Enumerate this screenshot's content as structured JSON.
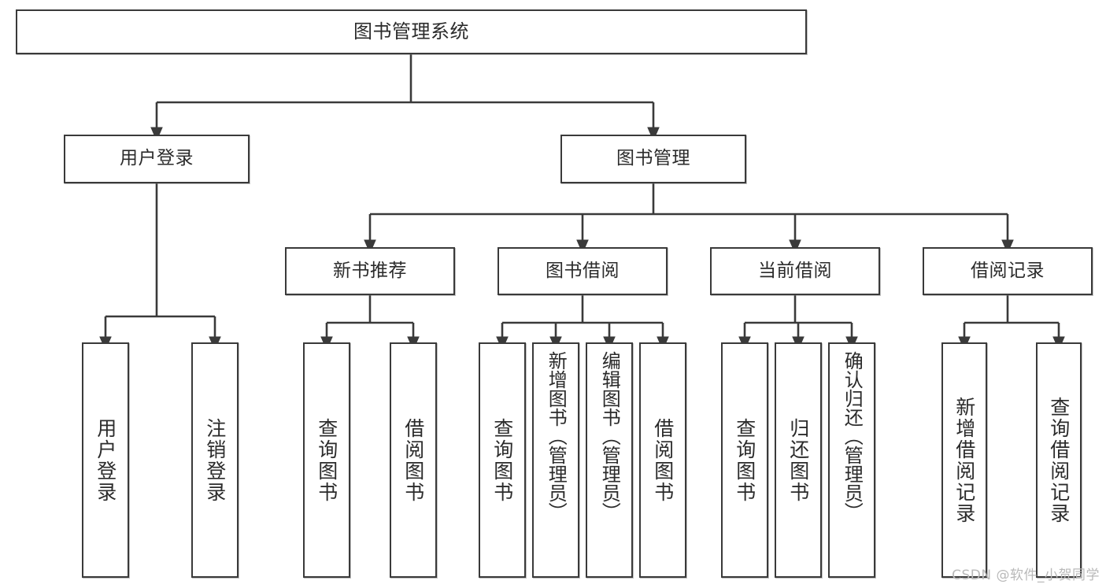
{
  "diagram": {
    "title": "图书管理系统",
    "type": "hierarchy-tree",
    "root": {
      "label": "图书管理系统"
    },
    "level2": [
      {
        "label": "用户登录"
      },
      {
        "label": "图书管理"
      }
    ],
    "level3": [
      {
        "label": "新书推荐"
      },
      {
        "label": "图书借阅"
      },
      {
        "label": "当前借阅"
      },
      {
        "label": "借阅记录"
      }
    ],
    "leaves": {
      "user_login": [
        {
          "label": "用户登录"
        },
        {
          "label": "注销登录"
        }
      ],
      "new_book_recommend": [
        {
          "label": "查询图书"
        },
        {
          "label": "借阅图书"
        }
      ],
      "book_borrow": [
        {
          "label": "查询图书"
        },
        {
          "label": "新增图书（管理员）"
        },
        {
          "label": "编辑图书（管理员）"
        },
        {
          "label": "借阅图书"
        }
      ],
      "current_borrow": [
        {
          "label": "查询图书"
        },
        {
          "label": "归还图书"
        },
        {
          "label": "确认归还（管理员）"
        }
      ],
      "borrow_record": [
        {
          "label": "新增借阅记录"
        },
        {
          "label": "查询借阅记录"
        }
      ]
    }
  },
  "watermark": {
    "text": "CSDN @软件_小贺同学"
  },
  "colors": {
    "box_border": "#3a3a3a",
    "box_fill": "#ffffff",
    "edge": "#3a3a3a",
    "text": "#2b2b2b",
    "watermark": "#b9b9b9"
  }
}
